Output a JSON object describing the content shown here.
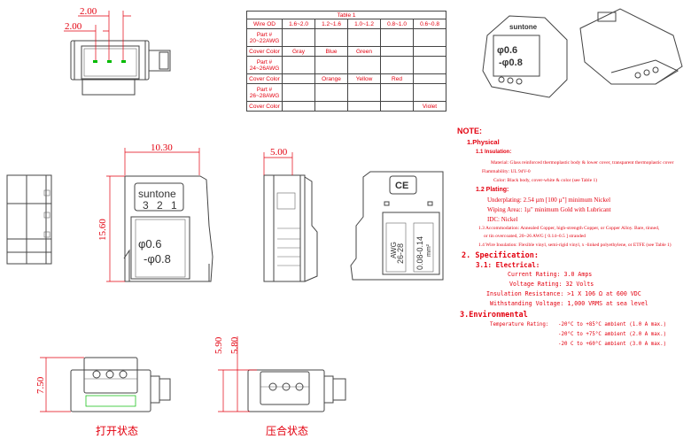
{
  "dimensions": {
    "pitch_upper": "2.00",
    "pitch_lower": "2.00",
    "width": "10.30",
    "height": "15.60",
    "depth": "5.00",
    "open_height": "7.50",
    "closed_height_a": "5.90",
    "closed_height_b": "5.80"
  },
  "labels": {
    "brand": "suntone",
    "pins": "3 2 1",
    "wire_range_1": "φ0.6",
    "wire_range_2": "-φ0.8",
    "ce_mark": "CE",
    "awg_label": "AWG",
    "awg_range": "26-28",
    "mm2_range": "0.08-0.14",
    "mm2_unit": "mm²",
    "open_state": "打开状态",
    "closed_state": "压合状态"
  },
  "table": {
    "title": "Table 1",
    "header": [
      "Wire OD",
      "1.6~2.0",
      "1.2~1.6",
      "1.0~1.2",
      "0.8~1.0",
      "0.6~0.8"
    ],
    "rows": [
      [
        "Part #\n20~22AWG",
        "",
        "",
        "",
        "",
        ""
      ],
      [
        "Cover Color",
        "Gray",
        "Blue",
        "Green",
        "",
        ""
      ],
      [
        "Part #\n24~26AWG",
        "",
        "",
        "",
        "",
        ""
      ],
      [
        "Cover Color",
        "",
        "Orange",
        "Yellow",
        "Red",
        ""
      ],
      [
        "Part #\n26~28AWG",
        "",
        "",
        "",
        "",
        ""
      ],
      [
        "Cover Color",
        "",
        "",
        "",
        "",
        "Violet"
      ]
    ]
  },
  "notes": {
    "title": "NOTE:",
    "physical": "1.Physical",
    "insulation": "1.1 Insulation:",
    "material": "Material: Glass reinforced thermoplastic body & lower cover, transparent thermoplastic cover",
    "flammability": "Flammability: UL 94V-0",
    "color": "Color: Black body, cover-white & color (see Table 1)",
    "plating": "1.2 Plating:",
    "underplating": "Underplating: 2.54 µm [100 µ\"] minimum Nickel",
    "wiping": "Wiping Area:: 1µ\" minimum Gold with Lubricant",
    "idc": "IDC: Nickel",
    "accommodation": "1.3 Accommodation: Annealed Copper, high-strength Copper, or Copper Alloy. Bare, tinned,",
    "accommodation_2": "or tin overcoated, 20~26 AWG [ 0.14~0.5 ] stranded",
    "wire_insulation": "1.4 Wire Insulation: Flexible vinyl, semi-rigid vinyl, x -linked polyethylene, or ETFE (see Table 1)",
    "specification": "2. Specification:",
    "electrical": "3.1: Electrical:",
    "current": "Current Rating:  3.0 Amps",
    "voltage": "Voltage Rating:  32 Volts",
    "resistance": "Insulation Resistance:  >1 X 106 Ω at 600 VDC",
    "withstanding": "Withstanding Voltage:  1,000 VRMS at sea level",
    "environmental": "3.Environmental",
    "temp_label": "Temperature Rating:",
    "temp_1": "-20°C to +85°C ambient  (1.0 A max.)",
    "temp_2": "-20°C to +75°C ambient  (2.0 A max.)",
    "temp_3": "-20 C to +60°C ambient  (3.0 A max.)"
  },
  "colors": {
    "dimension": "#e3000f",
    "line": "#444444",
    "pin": "#00c000"
  }
}
